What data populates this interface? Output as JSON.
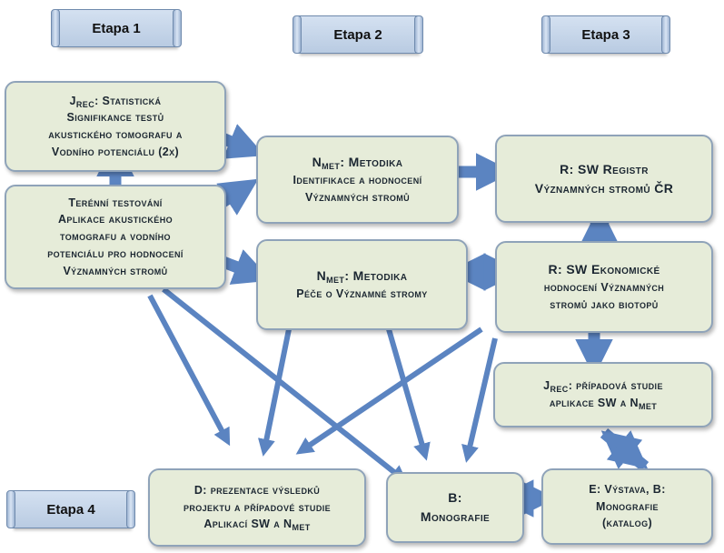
{
  "stages": [
    "Etapa 1",
    "Etapa 2",
    "Etapa 3",
    "Etapa 4"
  ],
  "boxes": {
    "jrec_stat": {
      "letter": "J",
      "sub": "REC",
      "lines": [
        ": Statistická",
        "Signifikance testů",
        "akustického tomografu a",
        "Vodního potenciálu (2x)"
      ]
    },
    "field": {
      "lines": [
        "Terénní testování",
        "Aplikace akustického",
        "tomografu a vodního",
        "potenciálu pro hodnocení",
        "Významných stromů"
      ]
    },
    "nmet_ident": {
      "letter": "N",
      "sub": "MET",
      "lines": [
        ": Metodika",
        "Identifikace a hodnocení",
        "Významných stromů"
      ]
    },
    "nmet_care": {
      "letter": "N",
      "sub": "MET",
      "lines": [
        ": Metodika",
        "Péče o Významné stromy"
      ]
    },
    "r_registry": {
      "lines": [
        "R: SW Registr",
        "Významných stromů ČR"
      ]
    },
    "r_econ": {
      "lines": [
        "R: SW Ekonomické",
        "hodnocení Významných",
        "stromů jako biotopů"
      ]
    },
    "jrec_case": {
      "letter": "J",
      "sub": "REC",
      "lines": [
        ": případová studie",
        "aplikace SW a N"
      ],
      "tail_sub": "MET"
    },
    "d_present": {
      "lines": [
        "D: prezentace výsledků",
        "projektu a případové studie",
        "Aplikací SW a N"
      ],
      "tail_sub": "MET"
    },
    "b_mono": {
      "lines": [
        "B:",
        "Monografie"
      ]
    },
    "e_expo": {
      "lines": [
        "E: Výstava, B:",
        "Monografie",
        "(katalog)"
      ]
    }
  },
  "colors": {
    "box_fill": "#e6ecd9",
    "box_border": "#8fa3b9",
    "arrow": "#5b84c1",
    "stage_fill": "#c6d5ea"
  }
}
